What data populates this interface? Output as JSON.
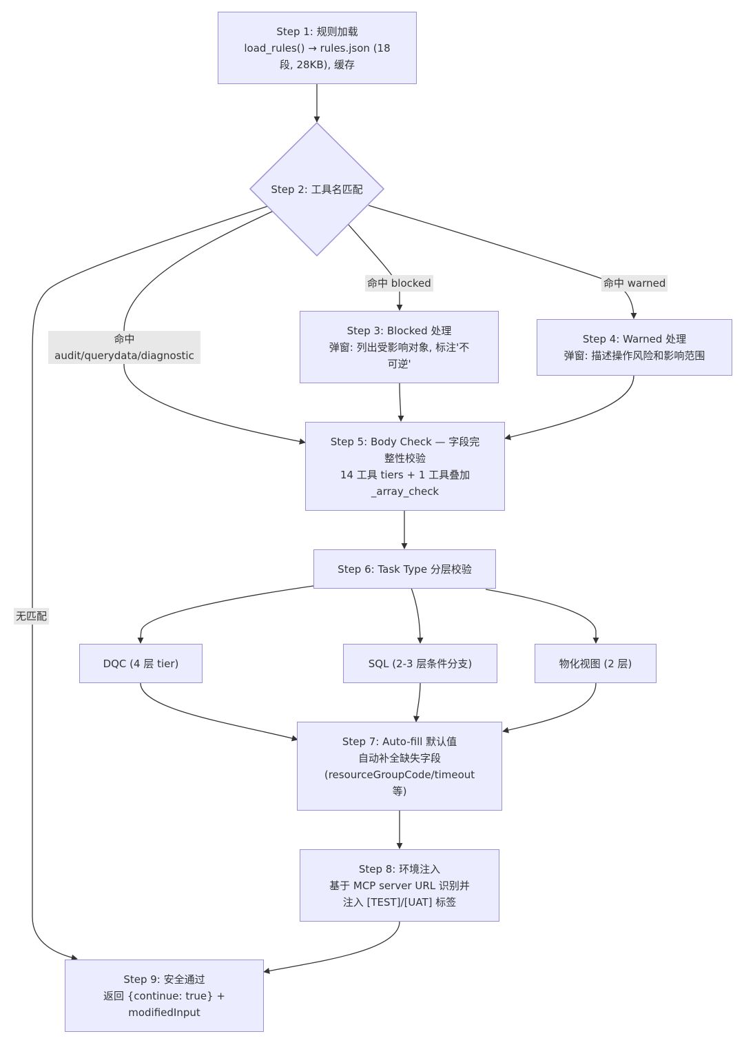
{
  "colors": {
    "node_fill": "#ececff",
    "node_stroke": "#9a8fd8",
    "edge": "#333333",
    "label_bg": "#e8e8e8",
    "text": "#333333"
  },
  "nodes": {
    "step1": [
      "Step 1: 规则加载",
      "load_rules() → rules.json (18",
      "段, 28KB), 缓存"
    ],
    "step2": "Step 2: 工具名匹配",
    "step3": [
      "Step 3: Blocked 处理",
      "弹窗: 列出受影响对象, 标注'不",
      "可逆'"
    ],
    "step4": [
      "Step 4: Warned 处理",
      "弹窗: 描述操作风险和影响范围"
    ],
    "step5": [
      "Step 5: Body Check — 字段完",
      "整性校验",
      "14 工具 tiers + 1 工具叠加",
      "_array_check"
    ],
    "step6": "Step 6: Task Type 分层校验",
    "dqc": "DQC (4 层 tier)",
    "sql": "SQL (2-3 层条件分支)",
    "mv": "物化视图 (2 层)",
    "step7": [
      "Step 7: Auto-fill 默认值",
      "自动补全缺失字段",
      "(resourceGroupCode/timeout",
      "等)"
    ],
    "step8": [
      "Step 8: 环境注入",
      "基于 MCP server URL 识别并",
      "注入 [TEST]/[UAT] 标签"
    ],
    "step9": [
      "Step 9: 安全通过",
      "返回 {continue: true} +",
      "modifiedInput"
    ]
  },
  "edge_labels": {
    "blocked": "命中 blocked",
    "warned": "命中 warned",
    "audit": [
      "命中",
      "audit/querydata/diagnostic"
    ],
    "nomatch": "无匹配"
  }
}
